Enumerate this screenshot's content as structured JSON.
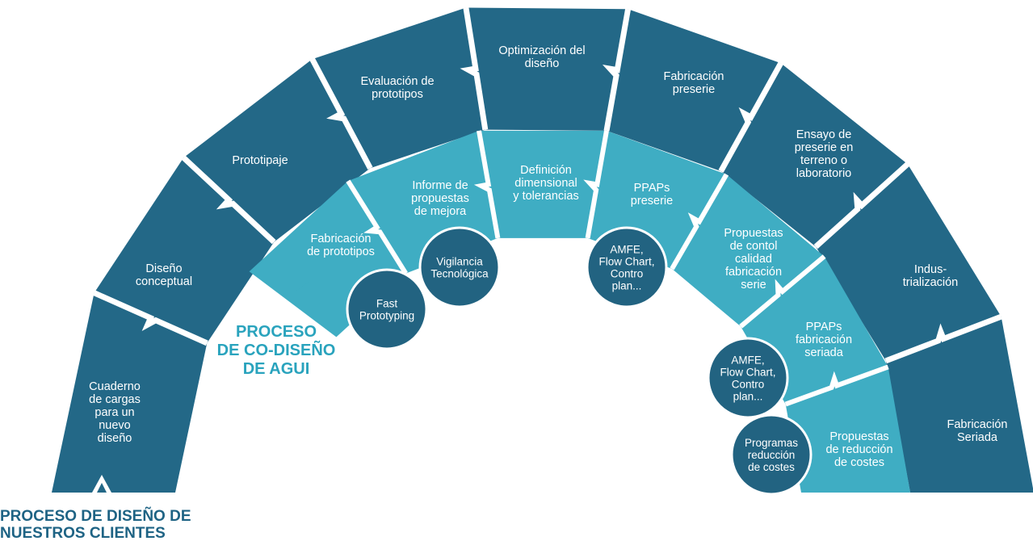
{
  "colors": {
    "outer": "#236887",
    "inner": "#3fadc3",
    "circle": "#226381",
    "separator": "#ffffff",
    "label_blue": "#29a3bd",
    "label_dark": "#1e6384"
  },
  "outer_ring": {
    "segments": [
      {
        "lines": [
          "Cuaderno",
          "de cargas",
          "para un",
          "nuevo",
          "diseño"
        ]
      },
      {
        "lines": [
          "Diseño",
          "conceptual"
        ]
      },
      {
        "lines": [
          "Prototipaje"
        ]
      },
      {
        "lines": [
          "Evaluación de",
          "prototipos"
        ]
      },
      {
        "lines": [
          "Optimización del",
          "diseño"
        ]
      },
      {
        "lines": [
          "Fabricación",
          "preserie"
        ]
      },
      {
        "lines": [
          "Ensayo de",
          "preserie en",
          "terreno o",
          "laboratorio"
        ]
      },
      {
        "lines": [
          "Indus-",
          "trialización"
        ]
      },
      {
        "lines": [
          "Fabricación",
          "Seriada"
        ]
      }
    ],
    "caption": [
      "PROCESO DE DISEÑO DE",
      "NUESTROS CLIENTES"
    ]
  },
  "inner_ring": {
    "segments": [
      {
        "lines": [
          "Fabricación",
          "de prototipos"
        ]
      },
      {
        "lines": [
          "Informe de",
          "propuestas",
          "de mejora"
        ]
      },
      {
        "lines": [
          "Definición",
          "dimensional",
          "y tolerancias"
        ]
      },
      {
        "lines": [
          "PPAPs",
          "preserie"
        ]
      },
      {
        "lines": [
          "Propuestas",
          "de contol",
          "calidad",
          "fabricación",
          "serie"
        ]
      },
      {
        "lines": [
          "PPAPs",
          "fabricación",
          "seriada"
        ]
      },
      {
        "lines": [
          "Propuestas",
          "de reducción",
          "de costes"
        ]
      }
    ],
    "caption": [
      "PROCESO",
      "DE CO-DISEÑO",
      "DE AGUI"
    ]
  },
  "circles": [
    {
      "lines": [
        "Fast",
        "Prototyping"
      ]
    },
    {
      "lines": [
        "Vigilancia",
        "Tecnológica"
      ]
    },
    {
      "lines": [
        "AMFE,",
        "Flow Chart,",
        "Contro",
        "plan..."
      ]
    },
    {
      "lines": [
        "AMFE,",
        "Flow Chart,",
        "Contro",
        "plan..."
      ]
    },
    {
      "lines": [
        "Programas",
        "reducción",
        "de costes"
      ]
    }
  ]
}
